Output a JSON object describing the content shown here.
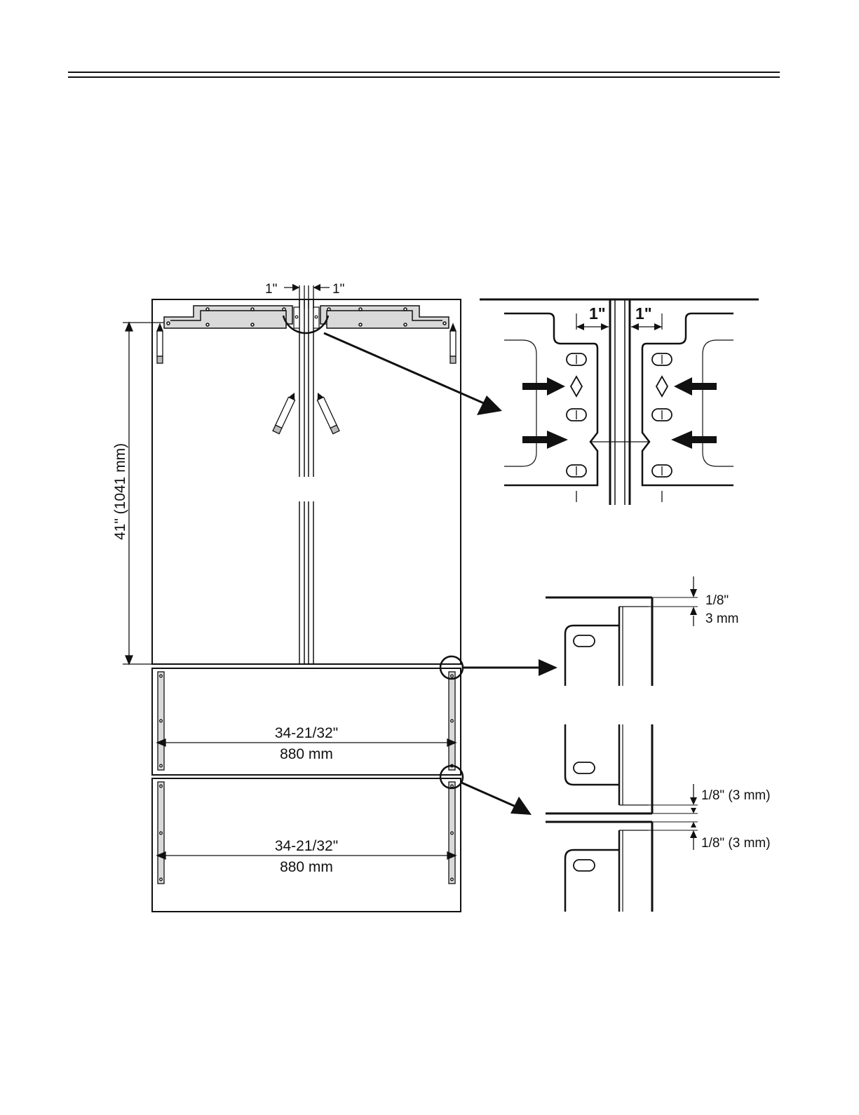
{
  "page": {
    "header_rule": true
  },
  "labels": {
    "gap_left": "1\"",
    "gap_right": "1\"",
    "height_dim": "41\" (1041 mm)",
    "width_dim_1_in": "34-21/32\"",
    "width_dim_1_mm": "880 mm",
    "width_dim_2_in": "34-21/32\"",
    "width_dim_2_mm": "880 mm",
    "detail_gap_left": "1\"",
    "detail_gap_right": "1\"",
    "top_offset_in": "1/8\"",
    "top_offset_mm": "3 mm",
    "drawer_gap_upper": "1/8\" (3 mm)",
    "drawer_gap_lower": "1/8\" (3 mm)"
  },
  "colors": {
    "line": "#111111",
    "panel_fill": "#d9d9d9",
    "background": "#ffffff"
  }
}
